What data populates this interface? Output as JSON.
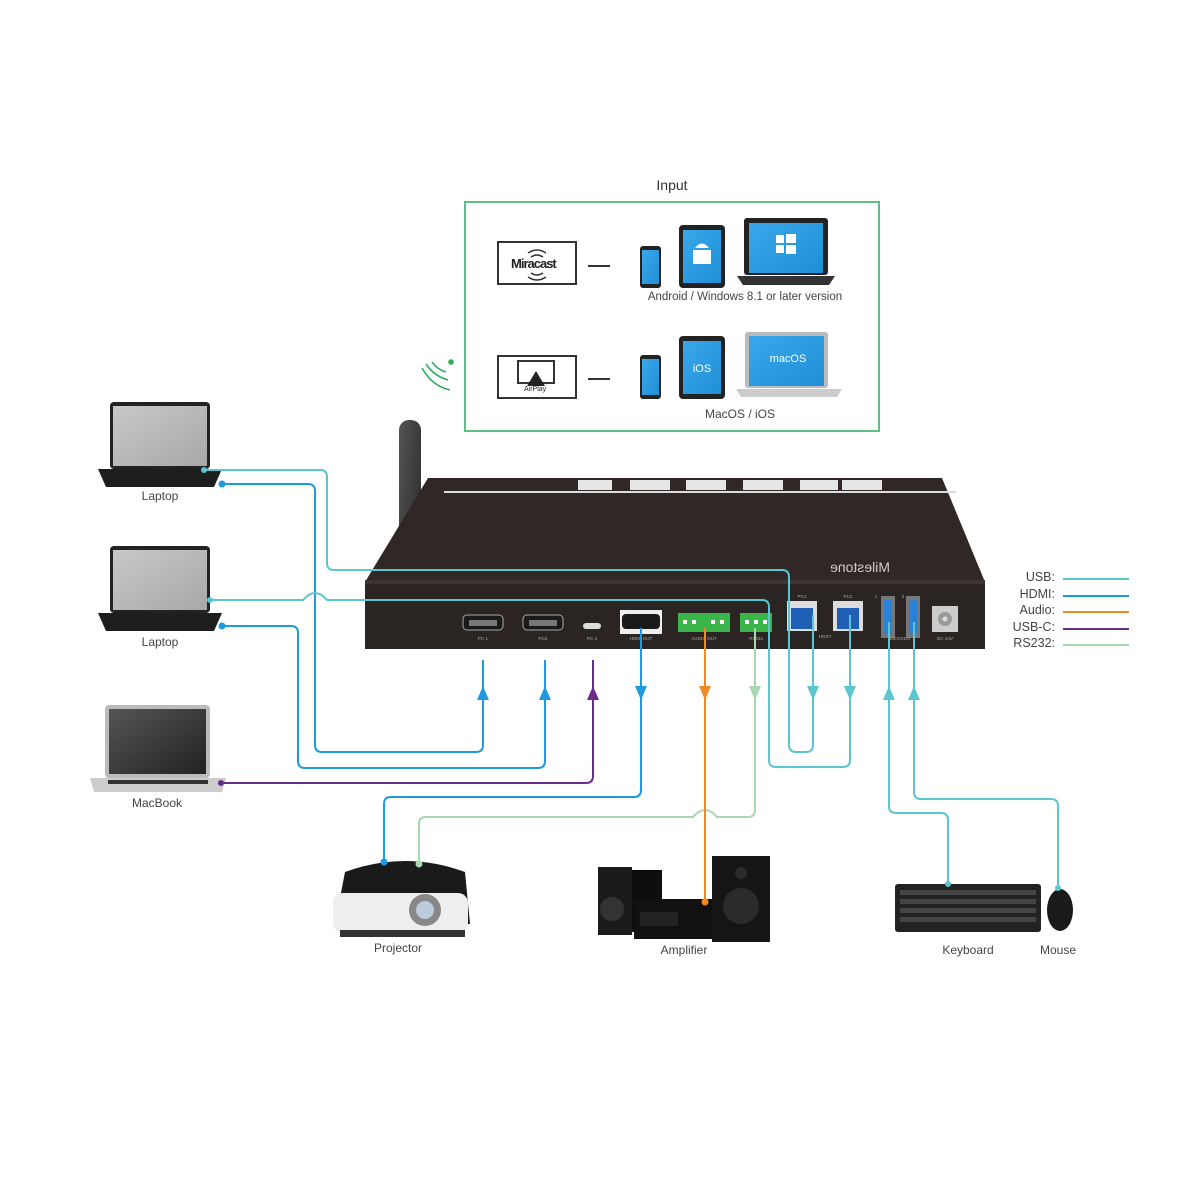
{
  "input_panel": {
    "title": "Input",
    "rows": [
      {
        "protocol": "Miracast",
        "caption": "Android / Windows 8.1 or later version",
        "laptop_screen": "windows-logo"
      },
      {
        "protocol": "AirPlay",
        "caption": "MacOS / iOS",
        "tablet_text": "iOS",
        "laptop_screen_text": "macOS"
      }
    ]
  },
  "device": {
    "brand": "Milestone",
    "front_ports": [
      "PC 1",
      "PC2",
      "PC 3",
      "HDMI OUT",
      "AUDIO OUT",
      "RS232",
      "PC1",
      "PC2",
      "HOST",
      "DEVICES",
      "DC 24V"
    ],
    "usb_device_numbers": [
      "1",
      "2"
    ]
  },
  "sources": [
    {
      "label": "Laptop"
    },
    {
      "label": "Laptop"
    },
    {
      "label": "MacBook"
    }
  ],
  "sinks": [
    {
      "label": "Projector"
    },
    {
      "label": "Amplifier"
    },
    {
      "label": "Keyboard"
    },
    {
      "label": "Mouse"
    }
  ],
  "legend": [
    {
      "label": "USB:",
      "color": "#5bc5d0"
    },
    {
      "label": "HDMI:",
      "color": "#1e9be0"
    },
    {
      "label": "Audio:",
      "color": "#f08a24"
    },
    {
      "label": "USB-C:",
      "color": "#6b2d8a"
    },
    {
      "label": "RS232:",
      "color": "#a8d8b0"
    }
  ],
  "colors": {
    "usb": "#5bc5d0",
    "hdmi": "#1e9be0",
    "audio": "#f08a24",
    "usbc": "#6b2d8a",
    "rs232": "#a8d8b0",
    "input_border": "#5fbf8a",
    "device_body": "#2f2826"
  }
}
